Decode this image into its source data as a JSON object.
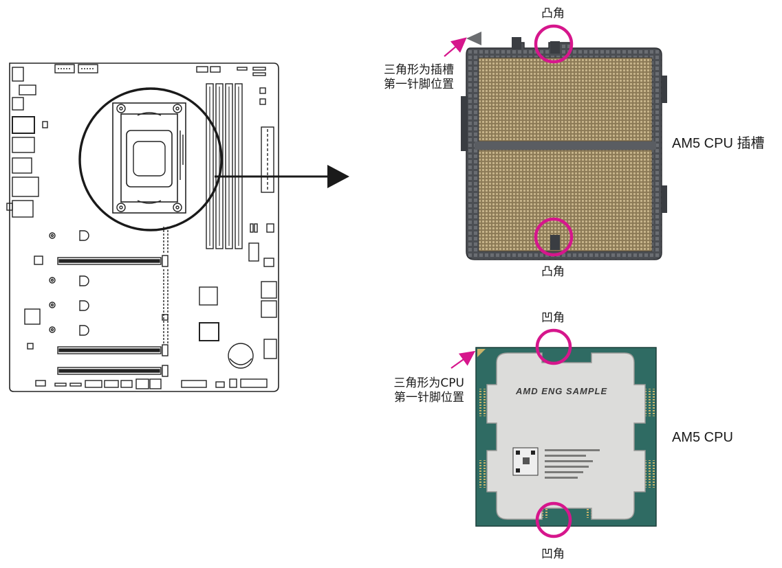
{
  "labels": {
    "socket_bump_top": "凸角",
    "socket_bump_bottom": "凸角",
    "socket_pin1_line1": "三角形为插槽",
    "socket_pin1_line2": "第一针脚位置",
    "socket_name": "AM5 CPU 插槽",
    "cpu_notch_top": "凹角",
    "cpu_notch_bottom": "凹角",
    "cpu_pin1_line1": "三角形为CPU",
    "cpu_pin1_line2": "第一针脚位置",
    "cpu_name": "AM5 CPU",
    "cpu_brand_text": "AMD ENG SAMPLE"
  },
  "colors": {
    "highlight": "#d6168c",
    "outline": "#222222",
    "socket_pins": "#a8966d",
    "socket_frame": "#5a5d62",
    "cpu_substrate": "#2f6b63",
    "cpu_ihs": "#dcdcda"
  }
}
